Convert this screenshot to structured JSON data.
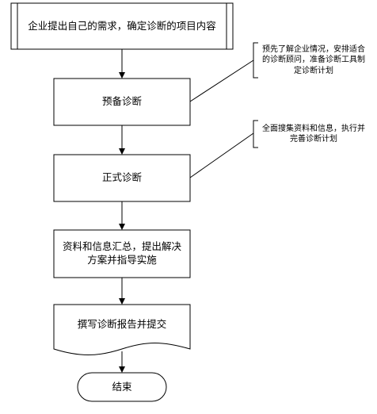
{
  "steps": {
    "start": "企业提出自己的需求，确定诊断的项目内容",
    "prep": "预备诊断",
    "formal": "正式诊断",
    "summary": "资料和信息汇总，提出解决\n方案并指导实施",
    "report": "撰写诊断报告并提交",
    "end": "结束"
  },
  "notes": {
    "prep_note": "预先了解企业情况，安排适合\n的诊断顾问，准备诊断工具制\n定诊断计划",
    "formal_note": "全面搜集资料和信息，执行并\n完善诊断计划"
  }
}
